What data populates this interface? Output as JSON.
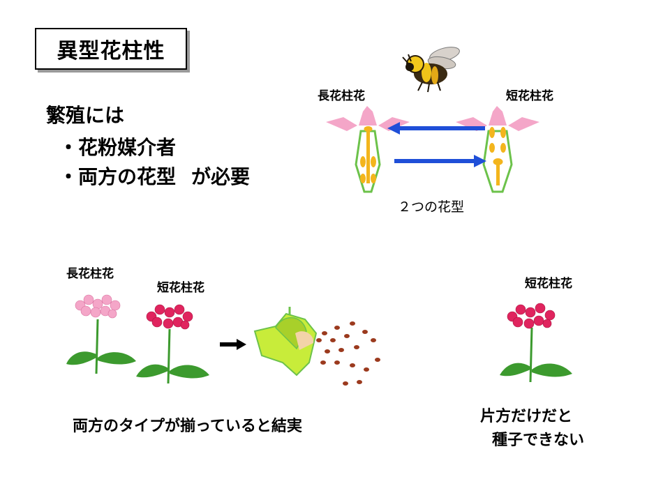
{
  "title": "異型花柱性",
  "requirements": {
    "intro": "繁殖には",
    "item1": "・花粉媒介者",
    "item2": "・両方の花型",
    "item2_suffix": "が必要"
  },
  "diagram": {
    "long_style_label": "長花柱花",
    "short_style_label": "短花柱花",
    "caption": "２つの花型"
  },
  "bottom": {
    "left_long_label": "長花柱花",
    "left_short_label": "短花柱花",
    "right_short_label": "短花柱花",
    "both_types_message": "両方のタイプが揃っていると結実",
    "one_type_message_line1": "片方だけだと",
    "one_type_message_line2": "種子できない"
  },
  "colors": {
    "pink_flower": "#f4a6c8",
    "red_flower": "#e0245e",
    "leaf_green": "#3c9a2e",
    "arrow_blue": "#1f4fd8",
    "stamen_yellow": "#f3b51d",
    "seed_brown": "#9b3a1e"
  }
}
